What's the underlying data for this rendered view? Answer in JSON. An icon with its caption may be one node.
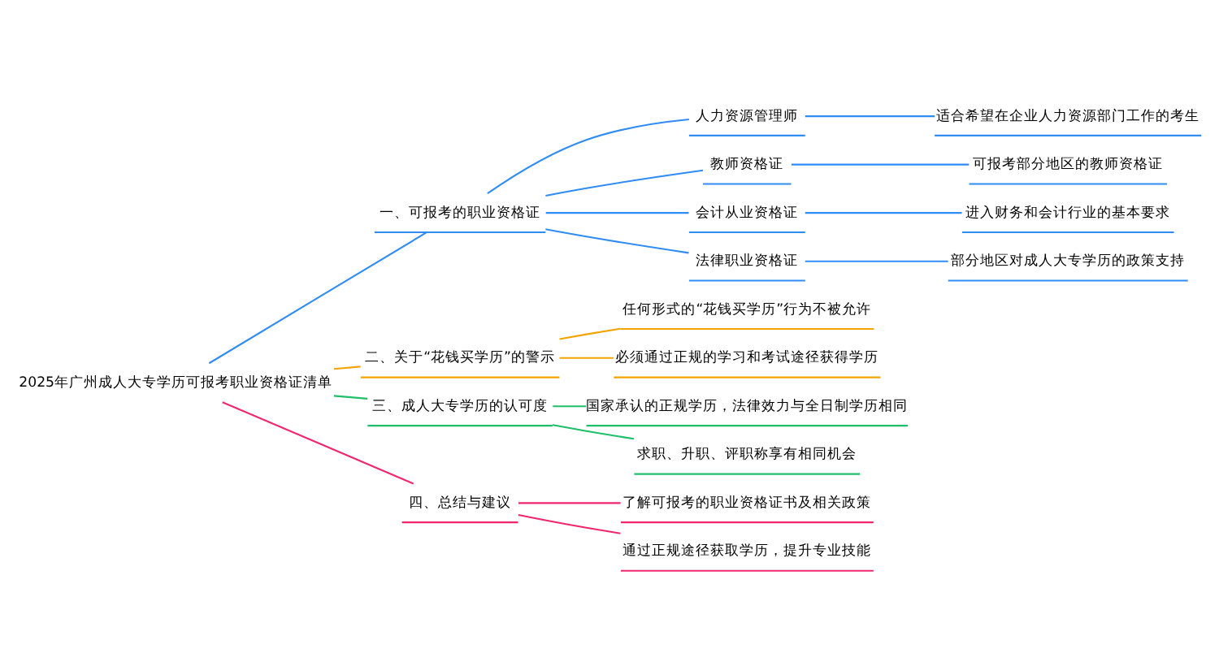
{
  "diagram": {
    "nodes": [
      {
        "text": [
          "2025年广州成人大专学历可报考职业资格证清单"
        ]
      },
      {
        "text": [
          "一、可报考的职业资格证"
        ]
      },
      {
        "text": [
          "人力资源管理师"
        ]
      },
      {
        "text": [
          "适合希望在企业人力资源部门工作的考生"
        ]
      },
      {
        "text": [
          "教师资格证"
        ]
      },
      {
        "text": [
          "可报考部分地区的教师资格证"
        ]
      },
      {
        "text": [
          "会计从业资格证"
        ]
      },
      {
        "text": [
          "进入财务和会计行业的基本要求"
        ]
      },
      {
        "text": [
          "法律职业资格证"
        ]
      },
      {
        "text": [
          "部分地区对成人大专学历的政策支持"
        ]
      },
      {
        "text": [
          "二、关于“花钱买学历”的警示"
        ]
      },
      {
        "text": [
          "任何形式的“花钱买学历”行为不被允许"
        ]
      },
      {
        "text": [
          "必须通过正规的学习和考试途径获得学历"
        ]
      },
      {
        "text": [
          "三、成人大专学历的认可度"
        ]
      },
      {
        "text": [
          "国家承认的正规学历，法律效力与全日制学历相同"
        ]
      },
      {
        "text": [
          "求职、升职、评职称享有相同机会"
        ]
      },
      {
        "text": [
          "四、总结与建议"
        ]
      },
      {
        "text": [
          "了解可报考的职业资格证书及相关政策"
        ]
      },
      {
        "text": [
          "通过正规途径获取学历，提升专业技能"
        ]
      }
    ],
    "edges": [
      {
        "from": 0,
        "to": 1,
        "arrow": "none"
      },
      {
        "from": 1,
        "to": 2,
        "arrow": "none"
      },
      {
        "from": 2,
        "to": 3,
        "arrow": "none"
      },
      {
        "from": 1,
        "to": 4,
        "arrow": "none"
      },
      {
        "from": 4,
        "to": 5,
        "arrow": "none"
      },
      {
        "from": 1,
        "to": 6,
        "arrow": "none"
      },
      {
        "from": 6,
        "to": 7,
        "arrow": "none"
      },
      {
        "from": 1,
        "to": 8,
        "arrow": "none"
      },
      {
        "from": 8,
        "to": 9,
        "arrow": "none"
      },
      {
        "from": 0,
        "to": 10,
        "arrow": "none",
        "color": "#f5a300"
      },
      {
        "from": 10,
        "to": 11,
        "arrow": "none",
        "color": "#f5a300"
      },
      {
        "from": 10,
        "to": 12,
        "arrow": "none",
        "color": "#f5a300"
      },
      {
        "from": 0,
        "to": 13,
        "arrow": "none",
        "color": "#1fbf6a"
      },
      {
        "from": 13,
        "to": 14,
        "arrow": "none",
        "color": "#1fbf6a"
      },
      {
        "from": 13,
        "to": 15,
        "arrow": "none",
        "color": "#1fbf6a"
      },
      {
        "from": 0,
        "to": 16,
        "arrow": "none",
        "color": "#f0266e"
      },
      {
        "from": 16,
        "to": 17,
        "arrow": "none",
        "color": "#f0266e"
      },
      {
        "from": 16,
        "to": 18,
        "arrow": "none",
        "color": "#f0266e"
      }
    ]
  }
}
